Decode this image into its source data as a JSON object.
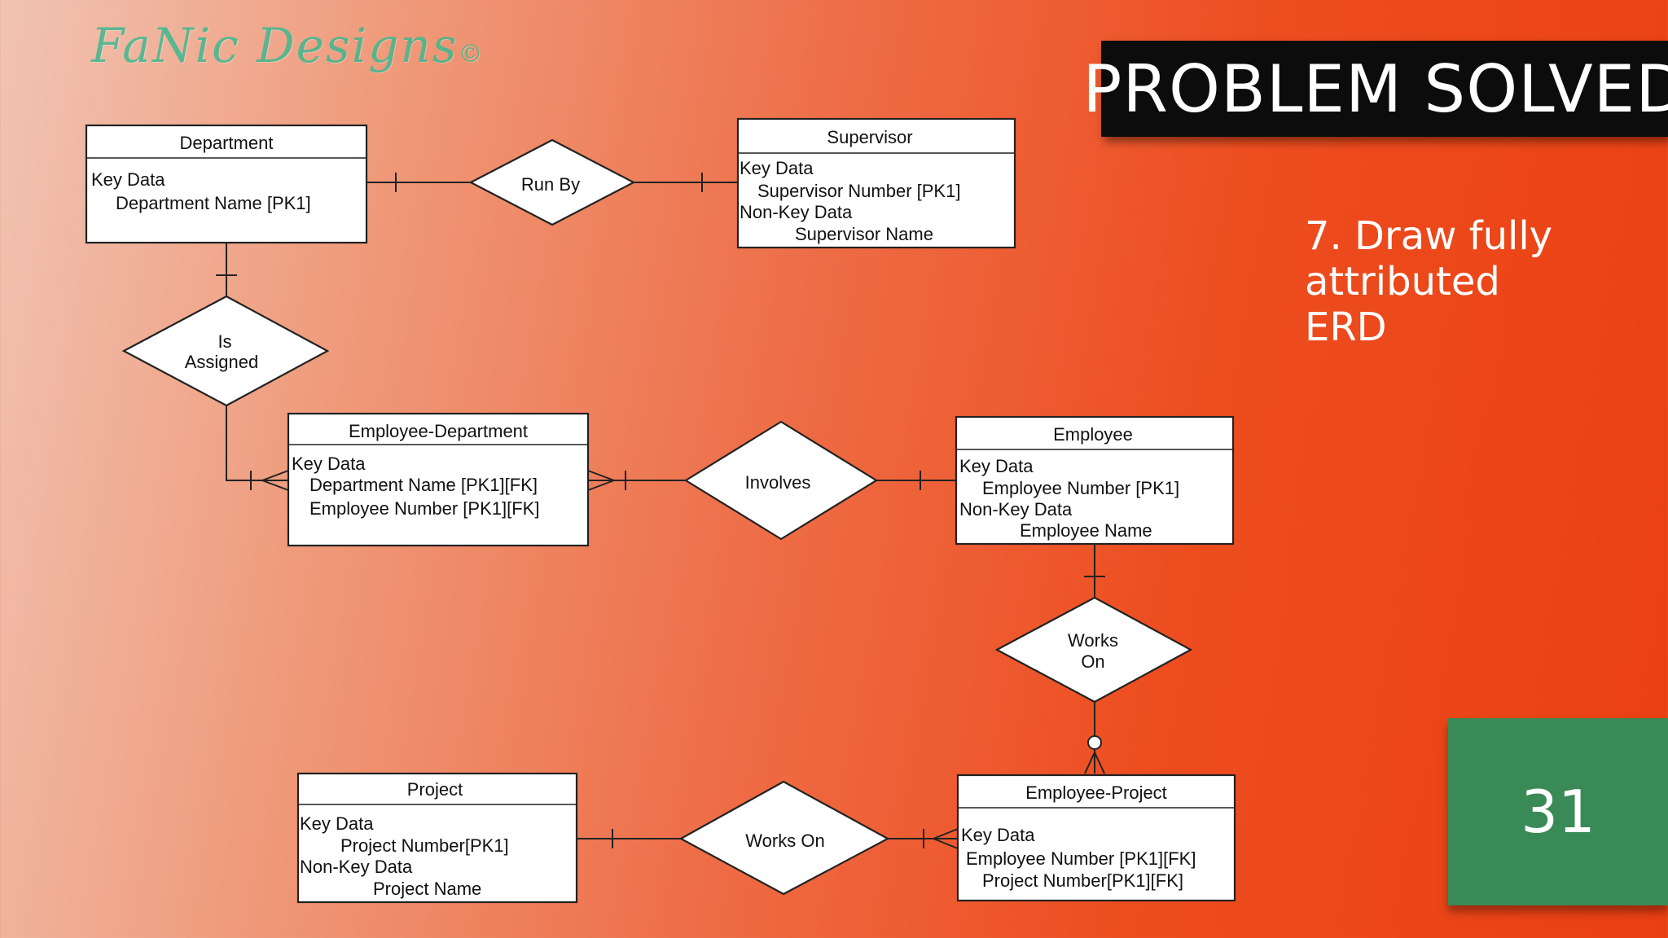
{
  "logo": {
    "text": "FaNic Designs",
    "mark": "©"
  },
  "banner": {
    "title": "PROBLEM SOLVED"
  },
  "task": {
    "line1": "7. Draw fully",
    "line2": "attributed",
    "line3": "ERD"
  },
  "slide": {
    "number": "31"
  },
  "colors": {
    "banner_bg": "#0c0c0c",
    "slide_number_bg": "#3a8a57",
    "logo": "#3fb88f",
    "background_accent": "#ea3f12"
  },
  "erd": {
    "department": {
      "title": "Department",
      "key_label": "Key Data",
      "attr1": "Department Name [PK1]"
    },
    "supervisor": {
      "title": "Supervisor",
      "key_label": "Key Data",
      "attr1": "Supervisor Number [PK1]",
      "nonkey_label": "Non-Key Data",
      "attr2": "Supervisor Name"
    },
    "employee_department": {
      "title": "Employee-Department",
      "key_label": "Key Data",
      "attr1": "Department Name [PK1][FK]",
      "attr2": "Employee Number [PK1][FK]"
    },
    "employee": {
      "title": "Employee",
      "key_label": "Key Data",
      "attr1": "Employee Number [PK1]",
      "nonkey_label": "Non-Key Data",
      "attr2": "Employee Name"
    },
    "project": {
      "title": "Project",
      "key_label": "Key Data",
      "attr1": "Project Number[PK1]",
      "nonkey_label": "Non-Key Data",
      "attr2": "Project Name"
    },
    "employee_project": {
      "title": "Employee-Project",
      "key_label": "Key Data",
      "attr1": "Employee Number [PK1][FK]",
      "attr2": "Project Number[PK1][FK]"
    },
    "relationships": {
      "run_by": "Run By",
      "is_assigned_1": "Is",
      "is_assigned_2": "Assigned",
      "involves": "Involves",
      "works_on_a_1": "Works",
      "works_on_a_2": "On",
      "works_on_b": "Works On"
    }
  }
}
